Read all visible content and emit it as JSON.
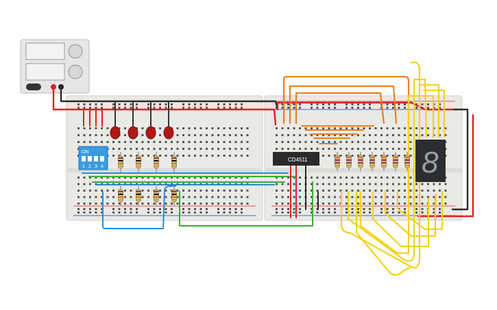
{
  "power_supply": {
    "knob_labels": [
      "",
      "",
      "",
      ""
    ],
    "terminal_label": "",
    "button_label": ""
  },
  "dip_switch": {
    "label": "ON",
    "numbers": [
      "1",
      "2",
      "3",
      "4"
    ]
  },
  "chip": {
    "label": "CD4511"
  },
  "seven_segment": {
    "digit": "8",
    "color": "#9aa0a6",
    "body_color": "#2b2d30"
  },
  "colors": {
    "red_wire": "#e0201c",
    "black_wire": "#2a2a2a",
    "orange_wire": "#e8801c",
    "green_wire": "#3aab3a",
    "blue_wire": "#2a8ad8",
    "yellow_wire": "#f2d21a",
    "led_red": "#b01818",
    "dip_blue": "#3a9be0",
    "breadboard": "#e9e9e6"
  }
}
